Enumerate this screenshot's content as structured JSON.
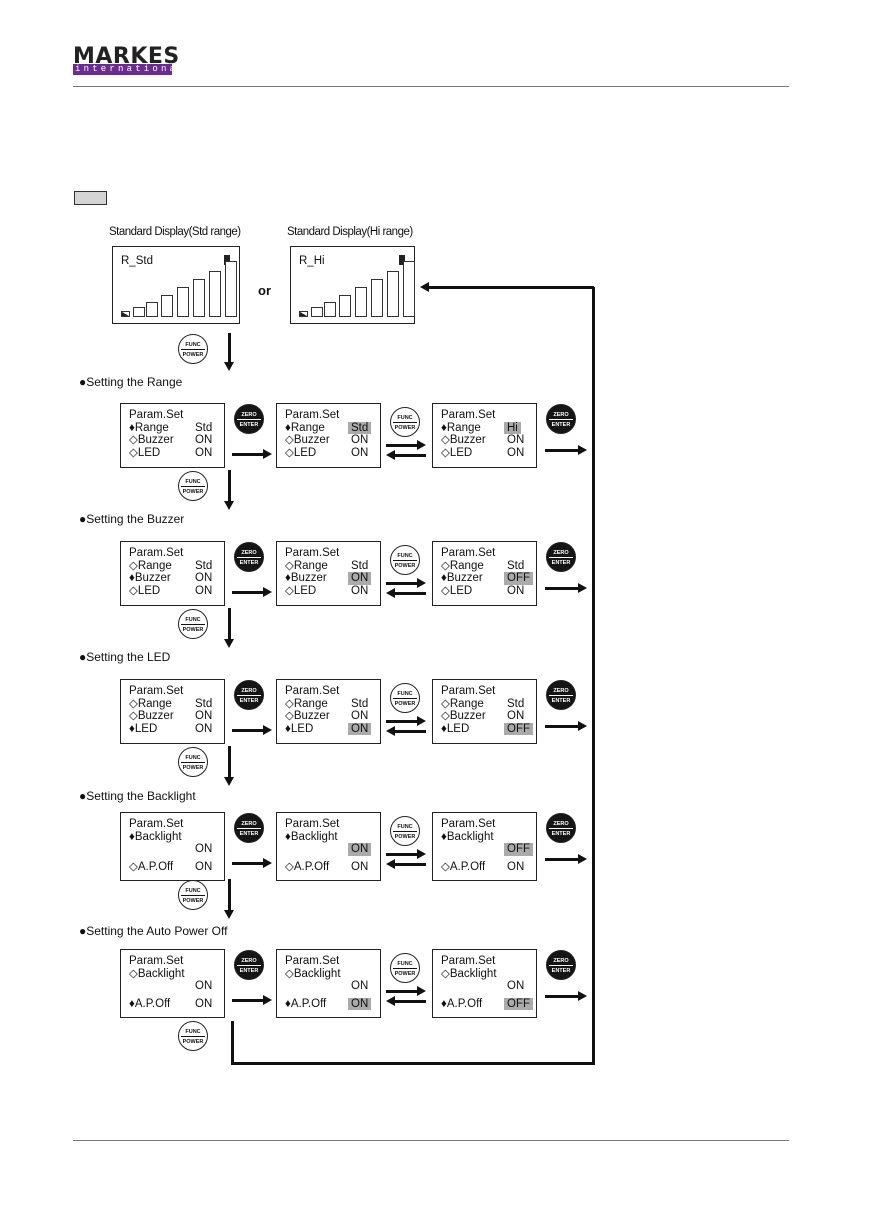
{
  "header": {
    "logo_top": "MARKES",
    "logo_bottom": "international"
  },
  "standard_displays": [
    {
      "title": "Standard Display(Std range)",
      "readout": "R_Std"
    },
    {
      "title": "Standard Display(Hi range)",
      "readout": "R_Hi"
    }
  ],
  "or_label": "or",
  "buttons": {
    "zero_enter": {
      "top": "ZERO",
      "bottom": "ENTER"
    },
    "func_power": {
      "top": "FUNC",
      "bottom": "POWER"
    }
  },
  "sections": [
    {
      "label": "●Setting the Range",
      "boxes": [
        {
          "title": "Param.Set",
          "lines": [
            {
              "m": "♦",
              "l": "Range",
              "v": "Std",
              "hl": false
            },
            {
              "m": "◇",
              "l": "Buzzer",
              "v": "ON",
              "hl": false
            },
            {
              "m": "◇",
              "l": "LED",
              "v": "ON",
              "hl": false
            }
          ]
        },
        {
          "title": "Param.Set",
          "lines": [
            {
              "m": "♦",
              "l": "Range",
              "v": "Std",
              "hl": true
            },
            {
              "m": "◇",
              "l": "Buzzer",
              "v": "ON",
              "hl": false
            },
            {
              "m": "◇",
              "l": "LED",
              "v": "ON",
              "hl": false
            }
          ]
        },
        {
          "title": "Param.Set",
          "lines": [
            {
              "m": "♦",
              "l": "Range",
              "v": "Hi",
              "hl": true
            },
            {
              "m": "◇",
              "l": "Buzzer",
              "v": "ON",
              "hl": false
            },
            {
              "m": "◇",
              "l": "LED",
              "v": "ON",
              "hl": false
            }
          ]
        }
      ]
    },
    {
      "label": "●Setting the Buzzer",
      "boxes": [
        {
          "title": "Param.Set",
          "lines": [
            {
              "m": "◇",
              "l": "Range",
              "v": "Std",
              "hl": false
            },
            {
              "m": "♦",
              "l": "Buzzer",
              "v": "ON",
              "hl": false
            },
            {
              "m": "◇",
              "l": "LED",
              "v": "ON",
              "hl": false
            }
          ]
        },
        {
          "title": "Param.Set",
          "lines": [
            {
              "m": "◇",
              "l": "Range",
              "v": "Std",
              "hl": false
            },
            {
              "m": "♦",
              "l": "Buzzer",
              "v": "ON",
              "hl": true
            },
            {
              "m": "◇",
              "l": "LED",
              "v": "ON",
              "hl": false
            }
          ]
        },
        {
          "title": "Param.Set",
          "lines": [
            {
              "m": "◇",
              "l": "Range",
              "v": "Std",
              "hl": false
            },
            {
              "m": "♦",
              "l": "Buzzer",
              "v": "OFF",
              "hl": true
            },
            {
              "m": "◇",
              "l": "LED",
              "v": "ON",
              "hl": false
            }
          ]
        }
      ]
    },
    {
      "label": "●Setting the LED",
      "boxes": [
        {
          "title": "Param.Set",
          "lines": [
            {
              "m": "◇",
              "l": "Range",
              "v": "Std",
              "hl": false
            },
            {
              "m": "◇",
              "l": "Buzzer",
              "v": "ON",
              "hl": false
            },
            {
              "m": "♦",
              "l": "LED",
              "v": "ON",
              "hl": false
            }
          ]
        },
        {
          "title": "Param.Set",
          "lines": [
            {
              "m": "◇",
              "l": "Range",
              "v": "Std",
              "hl": false
            },
            {
              "m": "◇",
              "l": "Buzzer",
              "v": "ON",
              "hl": false
            },
            {
              "m": "♦",
              "l": "LED",
              "v": "ON",
              "hl": true
            }
          ]
        },
        {
          "title": "Param.Set",
          "lines": [
            {
              "m": "◇",
              "l": "Range",
              "v": "Std",
              "hl": false
            },
            {
              "m": "◇",
              "l": "Buzzer",
              "v": "ON",
              "hl": false
            },
            {
              "m": "♦",
              "l": "LED",
              "v": "OFF",
              "hl": true
            }
          ]
        }
      ]
    },
    {
      "label": "●Setting the Backlight",
      "boxes": [
        {
          "title": "Param.Set",
          "lines": [
            {
              "m": "♦",
              "l": "Backlight",
              "v": "",
              "hl": false
            },
            {
              "m": "",
              "l": "",
              "v": "ON",
              "hl": false
            },
            {
              "m": "◇",
              "l": "A.P.Off",
              "v": "ON",
              "hl": false
            }
          ]
        },
        {
          "title": "Param.Set",
          "lines": [
            {
              "m": "♦",
              "l": "Backlight",
              "v": "",
              "hl": false
            },
            {
              "m": "",
              "l": "",
              "v": "ON",
              "hl": true
            },
            {
              "m": "◇",
              "l": "A.P.Off",
              "v": "ON",
              "hl": false
            }
          ]
        },
        {
          "title": "Param.Set",
          "lines": [
            {
              "m": "♦",
              "l": "Backlight",
              "v": "",
              "hl": false
            },
            {
              "m": "",
              "l": "",
              "v": "OFF",
              "hl": true
            },
            {
              "m": "◇",
              "l": "A.P.Off",
              "v": "ON",
              "hl": false
            }
          ]
        }
      ]
    },
    {
      "label": "●Setting the Auto Power Off",
      "boxes": [
        {
          "title": "Param.Set",
          "lines": [
            {
              "m": "◇",
              "l": "Backlight",
              "v": "",
              "hl": false
            },
            {
              "m": "",
              "l": "",
              "v": "ON",
              "hl": false
            },
            {
              "m": "♦",
              "l": "A.P.Off",
              "v": "ON",
              "hl": false
            }
          ]
        },
        {
          "title": "Param.Set",
          "lines": [
            {
              "m": "◇",
              "l": "Backlight",
              "v": "",
              "hl": false
            },
            {
              "m": "",
              "l": "",
              "v": "ON",
              "hl": false
            },
            {
              "m": "♦",
              "l": "A.P.Off",
              "v": "ON",
              "hl": true
            }
          ]
        },
        {
          "title": "Param.Set",
          "lines": [
            {
              "m": "◇",
              "l": "Backlight",
              "v": "",
              "hl": false
            },
            {
              "m": "",
              "l": "",
              "v": "ON",
              "hl": false
            },
            {
              "m": "♦",
              "l": "A.P.Off",
              "v": "OFF",
              "hl": true
            }
          ]
        }
      ]
    }
  ]
}
